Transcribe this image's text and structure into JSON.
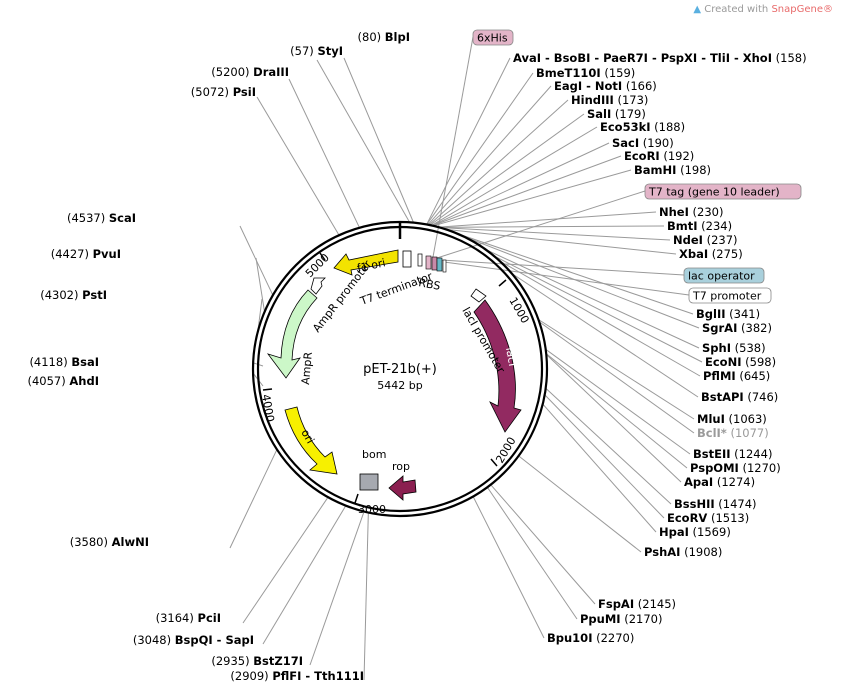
{
  "credit": {
    "prefix": "Created with",
    "brand": "SnapGene®"
  },
  "plasmid": {
    "name": "pET-21b(+)",
    "size_label": "5442 bp",
    "length": 5442
  },
  "tick_labels": [
    "1000",
    "2000",
    "3000",
    "4000",
    "5000"
  ],
  "tag_colors": {
    "pink": "#e3b4c8",
    "blue": "#a9d0dc",
    "white": "#ffffff"
  },
  "site_labels": [
    {
      "name": "BlpI",
      "pos": "(80)",
      "side": "left"
    },
    {
      "name": "StyI",
      "pos": "(57)",
      "side": "left"
    },
    {
      "name": "DraIII",
      "pos": "(5200)",
      "side": "left"
    },
    {
      "name": "PsiI",
      "pos": "(5072)",
      "side": "left"
    },
    {
      "name": "ScaI",
      "pos": "(4537)",
      "side": "left"
    },
    {
      "name": "PvuI",
      "pos": "(4427)",
      "side": "left"
    },
    {
      "name": "PstI",
      "pos": "(4302)",
      "side": "left"
    },
    {
      "name": "BsaI",
      "pos": "(4118)",
      "side": "left"
    },
    {
      "name": "AhdI",
      "pos": "(4057)",
      "side": "left"
    },
    {
      "name": "AlwNI",
      "pos": "(3580)",
      "side": "left"
    },
    {
      "name": "PciI",
      "pos": "(3164)",
      "side": "left"
    },
    {
      "name": "BspQI - SapI",
      "pos": "(3048)",
      "side": "left"
    },
    {
      "name": "BstZ17I",
      "pos": "(2935)",
      "side": "left"
    },
    {
      "name": "PflFI - Tth111I",
      "pos": "(2909)",
      "side": "left"
    },
    {
      "name": "AvaI - BsoBI - PaeR7I - PspXI - TliI - XhoI",
      "pos": "(158)",
      "side": "right"
    },
    {
      "name": "BmeT110I",
      "pos": "(159)",
      "side": "right"
    },
    {
      "name": "EagI - NotI",
      "pos": "(166)",
      "side": "right"
    },
    {
      "name": "HindIII",
      "pos": "(173)",
      "side": "right"
    },
    {
      "name": "SalI",
      "pos": "(179)",
      "side": "right"
    },
    {
      "name": "Eco53kI",
      "pos": "(188)",
      "side": "right"
    },
    {
      "name": "SacI",
      "pos": "(190)",
      "side": "right"
    },
    {
      "name": "EcoRI",
      "pos": "(192)",
      "side": "right"
    },
    {
      "name": "BamHI",
      "pos": "(198)",
      "side": "right"
    },
    {
      "name": "NheI",
      "pos": "(230)",
      "side": "right"
    },
    {
      "name": "BmtI",
      "pos": "(234)",
      "side": "right"
    },
    {
      "name": "NdeI",
      "pos": "(237)",
      "side": "right"
    },
    {
      "name": "XbaI",
      "pos": "(275)",
      "side": "right"
    },
    {
      "name": "BglII",
      "pos": "(341)",
      "side": "right"
    },
    {
      "name": "SgrAI",
      "pos": "(382)",
      "side": "right"
    },
    {
      "name": "SphI",
      "pos": "(538)",
      "side": "right"
    },
    {
      "name": "EcoNI",
      "pos": "(598)",
      "side": "right"
    },
    {
      "name": "PflMI",
      "pos": "(645)",
      "side": "right"
    },
    {
      "name": "BstAPI",
      "pos": "(746)",
      "side": "right"
    },
    {
      "name": "MluI",
      "pos": "(1063)",
      "side": "right"
    },
    {
      "name": "BclI*",
      "pos": "(1077)",
      "side": "right",
      "muted": true
    },
    {
      "name": "BstEII",
      "pos": "(1244)",
      "side": "right"
    },
    {
      "name": "PspOMI",
      "pos": "(1270)",
      "side": "right"
    },
    {
      "name": "ApaI",
      "pos": "(1274)",
      "side": "right"
    },
    {
      "name": "BssHII",
      "pos": "(1474)",
      "side": "right"
    },
    {
      "name": "EcoRV",
      "pos": "(1513)",
      "side": "right"
    },
    {
      "name": "HpaI",
      "pos": "(1569)",
      "side": "right"
    },
    {
      "name": "PshAI",
      "pos": "(1908)",
      "side": "right"
    },
    {
      "name": "FspAI",
      "pos": "(2145)",
      "side": "right"
    },
    {
      "name": "PpuMI",
      "pos": "(2170)",
      "side": "right"
    },
    {
      "name": "Bpu10I",
      "pos": "(2270)",
      "side": "right"
    }
  ],
  "tag_labels": [
    {
      "text": "6xHis",
      "color": "pink"
    },
    {
      "text": "T7 tag (gene 10 leader)",
      "color": "pink"
    },
    {
      "text": "lac operator",
      "color": "blue"
    },
    {
      "text": "T7 promoter",
      "color": "white"
    }
  ],
  "features": [
    {
      "name": "f1 ori",
      "color": "#f3e300"
    },
    {
      "name": "AmpR promoter",
      "color": "#ffffff"
    },
    {
      "name": "AmpR",
      "color": "#ccf7c8"
    },
    {
      "name": "ori",
      "color": "#f7f000"
    },
    {
      "name": "bom",
      "color": "#a6a9b0"
    },
    {
      "name": "rop",
      "color": "#8b1f50"
    },
    {
      "name": "lacI",
      "color": "#922a61"
    },
    {
      "name": "lacI promoter",
      "color": "#ffffff"
    },
    {
      "name": "T7 terminator",
      "color": "#ffffff"
    },
    {
      "name": "RBS",
      "color": "#ffffff"
    }
  ]
}
